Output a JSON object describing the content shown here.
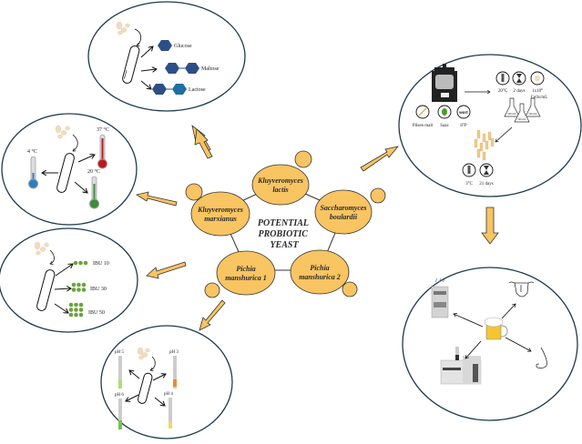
{
  "center": {
    "title_lines": [
      "POTENTIAL",
      "PROBIOTIC",
      "YEAST"
    ]
  },
  "yeasts": [
    {
      "lines": [
        "Kluyveromyces",
        "lactis"
      ]
    },
    {
      "lines": [
        "Kluyveromyces",
        "marxianus"
      ]
    },
    {
      "lines": [
        "Saccharomyces",
        "boulardii"
      ]
    },
    {
      "lines": [
        "Pichia",
        "manshurica 1"
      ]
    },
    {
      "lines": [
        "Pichia",
        "manshurica 2"
      ]
    }
  ],
  "sugars": {
    "items": [
      "Glucose",
      "Maltose",
      "Lactose"
    ]
  },
  "temperature": {
    "items": [
      "4 °C",
      "37 °C",
      "20 °C"
    ]
  },
  "hops": {
    "items": [
      "IBU 10",
      "IBU 30",
      "IBU 50"
    ]
  },
  "ph": {
    "items": [
      "pH 5",
      "pH 3",
      "pH 6",
      "pH 4"
    ]
  },
  "brewing": {
    "ingredients": [
      "Pilsen malt",
      "Saaz",
      "8°P"
    ],
    "wort_label": "wort",
    "fermentation": [
      "20°C",
      "2 days",
      "1x10",
      "Cells/mL"
    ],
    "exponent": "6",
    "flask_label": "500 mL",
    "maturation": [
      "3°C",
      "21 days"
    ]
  },
  "colors": {
    "yeast_fill": "#F9C462",
    "arrow_fill": "#F9C462",
    "circle_stroke": "#1f3a4d",
    "hexagon_dark": "#2e4f86",
    "hexagon_light": "#1f6fa3",
    "hot": "#c0171b",
    "warm": "#3a8f3a",
    "cold": "#2a7fc4",
    "hop": "#6ea33c"
  }
}
